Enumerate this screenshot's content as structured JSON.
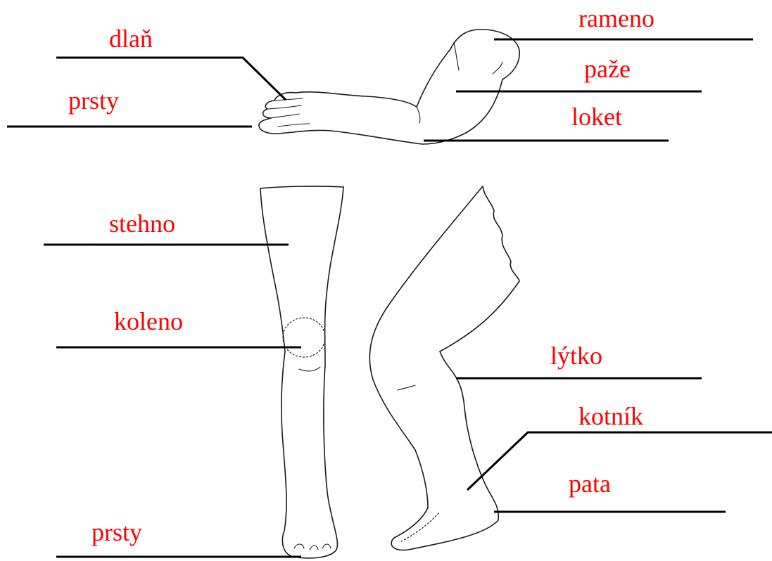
{
  "colors": {
    "label": "#ff0000",
    "line": "#000000",
    "outline": "#1a1a1a"
  },
  "labels": {
    "dlan": "dlaň",
    "prsty_hand": "prsty",
    "rameno": "rameno",
    "paze": "paže",
    "loket": "loket",
    "stehno": "stehno",
    "koleno": "koleno",
    "prsty_foot": "prsty",
    "lytko": "lýtko",
    "kotnik": "kotník",
    "pata": "pata"
  }
}
